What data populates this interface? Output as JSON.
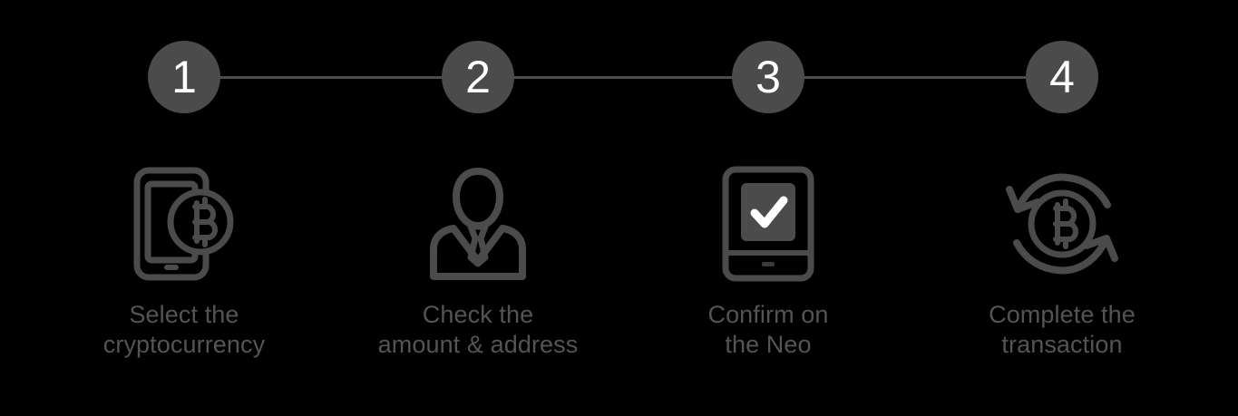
{
  "page": {
    "background_color": "#000000",
    "accent_color": "#4b4b4b",
    "text_color": "#545454",
    "number_color": "#ffffff"
  },
  "progress": {
    "rail_color": "#4b4b4b",
    "total_steps": 4,
    "current_step": 1
  },
  "steps": [
    {
      "number": "1",
      "icon": "phone-bitcoin-icon",
      "caption_line_1": "Select the",
      "caption_line_2": "cryptocurrency"
    },
    {
      "number": "2",
      "icon": "person-suit-icon",
      "caption_line_1": "Check the",
      "caption_line_2": "amount & address"
    },
    {
      "number": "3",
      "icon": "device-checkmark-icon",
      "caption_line_1": "Confirm on",
      "caption_line_2": "the Neo"
    },
    {
      "number": "4",
      "icon": "bitcoin-exchange-arrows-icon",
      "caption_line_1": "Complete the",
      "caption_line_2": "transaction"
    }
  ]
}
